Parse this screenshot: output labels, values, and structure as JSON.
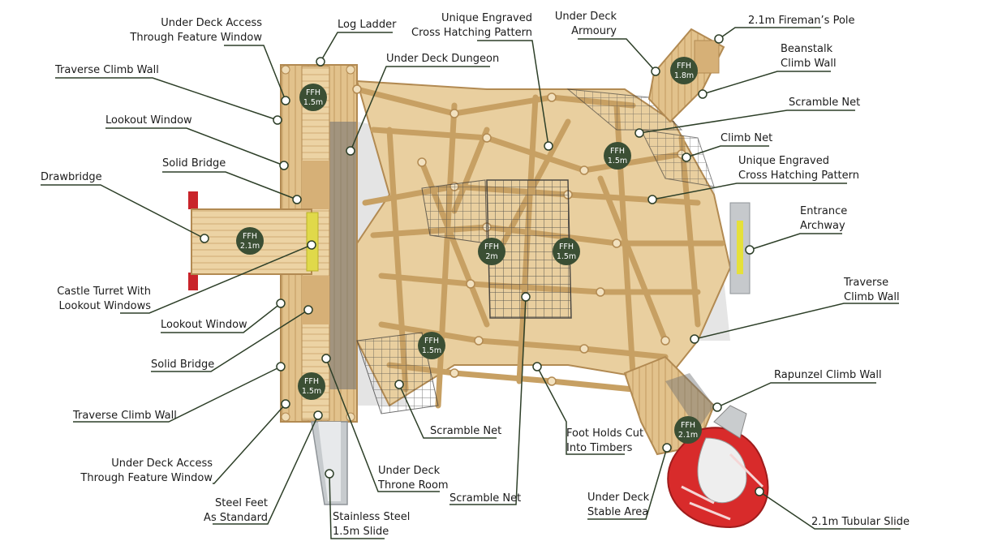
{
  "labels": {
    "under_deck_access_top": [
      "Under Deck Access",
      "Through Feature Window"
    ],
    "log_ladder": [
      "Log Ladder"
    ],
    "unique_engraved_top": [
      "Unique Engraved",
      "Cross Hatching Pattern"
    ],
    "under_deck_armoury": [
      "Under Deck",
      "Armoury"
    ],
    "firemans_pole": [
      "2.1m Fireman’s Pole"
    ],
    "traverse_climb_wall_top": [
      "Traverse Climb Wall"
    ],
    "under_deck_dungeon": [
      "Under Deck Dungeon"
    ],
    "beanstalk_climb_wall": [
      "Beanstalk",
      "Climb Wall"
    ],
    "scramble_net_right": [
      "Scramble Net"
    ],
    "lookout_window_top": [
      "Lookout Window"
    ],
    "climb_net": [
      "Climb Net"
    ],
    "unique_engraved_right": [
      "Unique Engraved",
      "Cross Hatching Pattern"
    ],
    "solid_bridge_top": [
      "Solid Bridge"
    ],
    "drawbridge": [
      "Drawbridge"
    ],
    "entrance_archway": [
      "Entrance",
      "Archway"
    ],
    "castle_turret": [
      "Castle Turret With",
      "Lookout Windows"
    ],
    "traverse_climb_wall_right": [
      "Traverse",
      "Climb Wall"
    ],
    "lookout_window_bottom": [
      "Lookout Window"
    ],
    "solid_bridge_bottom": [
      "Solid Bridge"
    ],
    "rapunzel_climb_wall": [
      "Rapunzel Climb Wall"
    ],
    "traverse_climb_wall_bottom": [
      "Traverse Climb Wall"
    ],
    "scramble_net_bottom": [
      "Scramble Net"
    ],
    "foot_holds": [
      "Foot Holds Cut",
      "Into Timbers"
    ],
    "under_deck_access_bottom": [
      "Under Deck Access",
      "Through Feature Window"
    ],
    "under_deck_throne_room": [
      "Under Deck",
      "Throne Room"
    ],
    "steel_feet": [
      "Steel Feet",
      "As Standard"
    ],
    "scramble_net_center": [
      "Scramble Net"
    ],
    "under_deck_stable_area": [
      "Under Deck",
      "Stable Area"
    ],
    "tubular_slide": [
      "2.1m Tubular Slide"
    ],
    "stainless_steel_slide": [
      "Stainless Steel",
      "1.5m Slide"
    ]
  },
  "badges": {
    "ffh_top_left": [
      "FFH",
      "1.5m"
    ],
    "ffh_drawbridge": [
      "FFH",
      "2.1m"
    ],
    "ffh_bottom_left": [
      "FFH",
      "1.5m"
    ],
    "ffh_center_2m": [
      "FFH",
      "2m"
    ],
    "ffh_center_15": [
      "FFH",
      "1.5m"
    ],
    "ffh_lower_center": [
      "FFH",
      "1.5m"
    ],
    "ffh_upper_right": [
      "FFH",
      "1.5m"
    ],
    "ffh_armoury": [
      "FFH",
      "1.8m"
    ],
    "ffh_slide": [
      "FFH",
      "2.1m"
    ]
  },
  "colors": {
    "badge_fill": "#3b4f34",
    "badge_text": "#ffffff",
    "leader_line": "#2d3f28",
    "timber": "#e9cf9f",
    "timber_dark": "#c9a56d",
    "deck_panel": "#d9b980",
    "steel": "#bfc3c6",
    "slide_red": "#d82b2b",
    "accent_yellow": "#e5e03a"
  }
}
